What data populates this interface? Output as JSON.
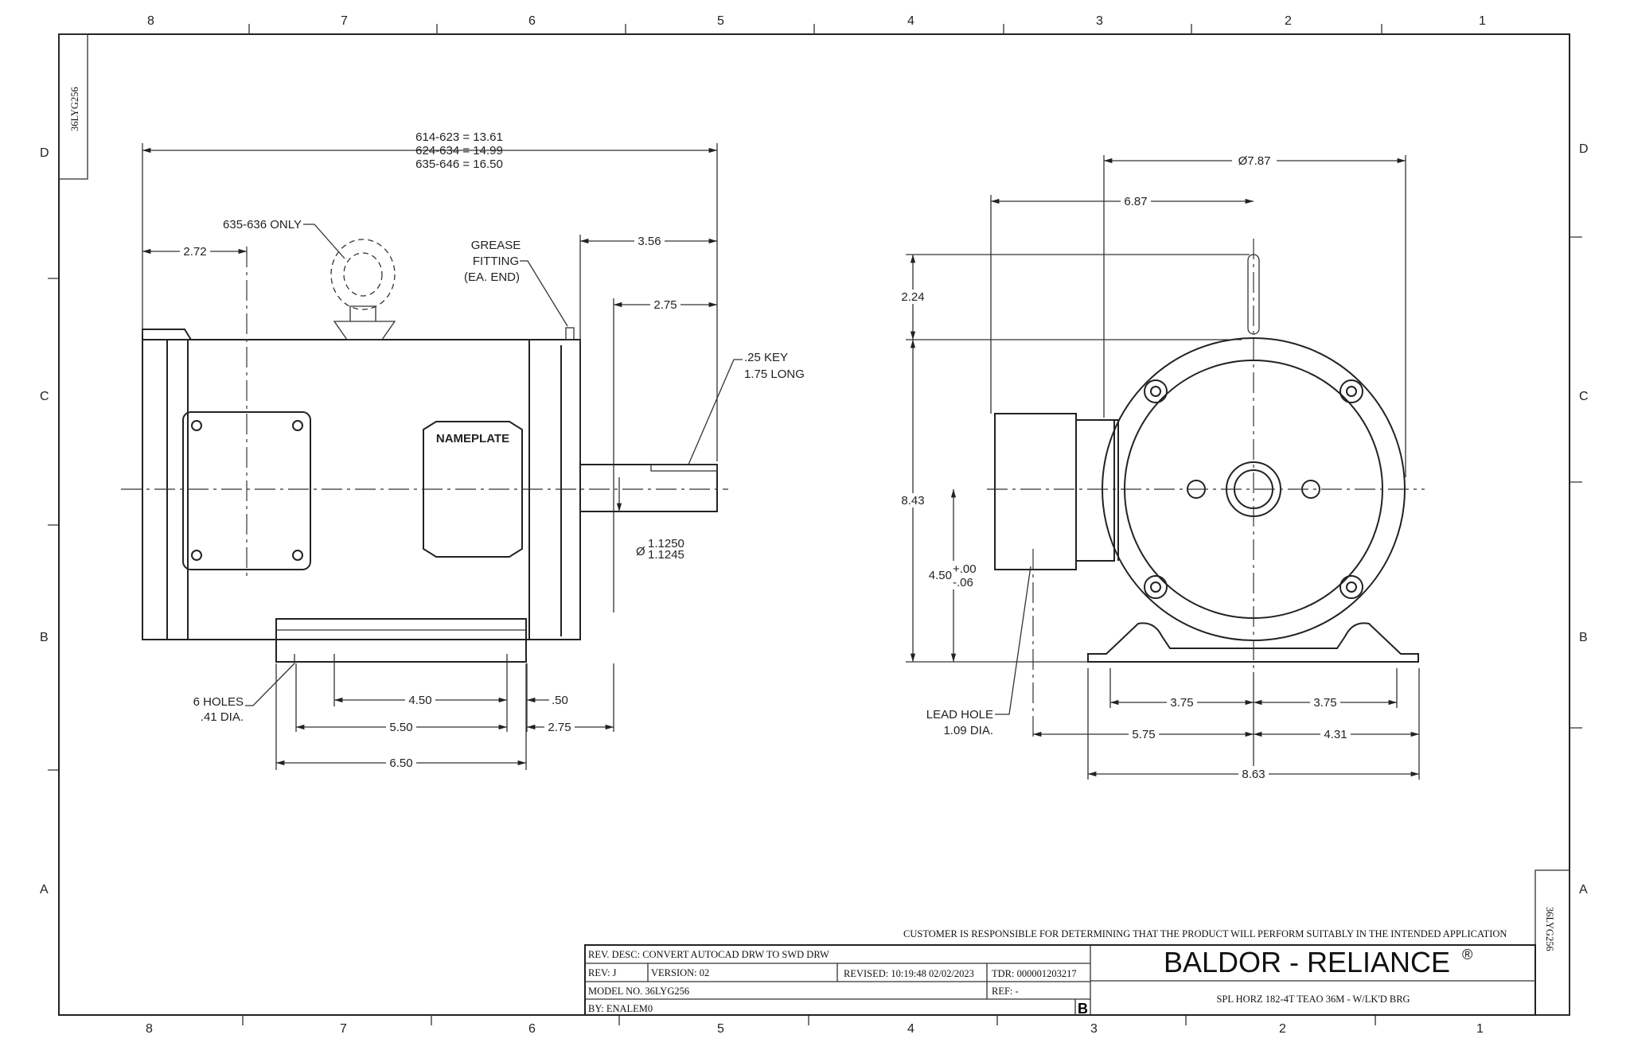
{
  "drawing_id": "36LYG256",
  "zones": {
    "columns": [
      "8",
      "7",
      "6",
      "5",
      "4",
      "3",
      "2",
      "1"
    ],
    "rows": [
      "D",
      "C",
      "B",
      "A"
    ]
  },
  "side_view": {
    "overall_length": [
      "614-623 = 13.61",
      "624-634 = 14.99",
      "635-646 = 16.50"
    ],
    "eyebolt_note": "635-636 ONLY",
    "grease_note": [
      "GREASE",
      "FITTING",
      "(EA. END)"
    ],
    "nameplate": "NAMEPLATE",
    "dims": {
      "d272": "2.72",
      "d356": "3.56",
      "d275_top": "2.75",
      "key": [
        ".25 KEY",
        "1.75 LONG"
      ],
      "shaft_dia_symbol": "Ø",
      "shaft_dia": [
        "1.1250",
        "1.1245"
      ],
      "holes": [
        "6 HOLES",
        ".41 DIA."
      ],
      "d450": "4.50",
      "d050": ".50",
      "d550": "5.50",
      "d275_bot": "2.75",
      "d650": "6.50"
    }
  },
  "end_view": {
    "dims": {
      "d787": "Ø7.87",
      "d687": "6.87",
      "d224": "2.24",
      "d843": "8.43",
      "d450": "4.50",
      "tol_plus": "+.00",
      "tol_minus": "-.06",
      "lead_hole": [
        "LEAD HOLE",
        "1.09 DIA."
      ],
      "d375_l": "3.75",
      "d375_r": "3.75",
      "d575": "5.75",
      "d431": "4.31",
      "d863": "8.63"
    }
  },
  "title_block": {
    "disclaimer": "CUSTOMER IS RESPONSIBLE FOR DETERMINING THAT THE PRODUCT WILL PERFORM SUITABLY IN THE INTENDED APPLICATION",
    "rev_desc": "REV. DESC: CONVERT AUTOCAD DRW TO SWD DRW",
    "rev": "REV:  J",
    "version": "VERSION:  02",
    "revised": "REVISED:  10:19:48 02/02/2023",
    "tdr": "TDR: 000001203217",
    "model": "MODEL NO.  36LYG256",
    "ref": "REF:  -",
    "by": "BY: ENALEM0",
    "size": "B",
    "brand": "BALDOR - RELIANCE",
    "brand_mark": "®",
    "description": "SPL HORZ 182-4T TEAO 36M - W/LK'D BRG"
  }
}
